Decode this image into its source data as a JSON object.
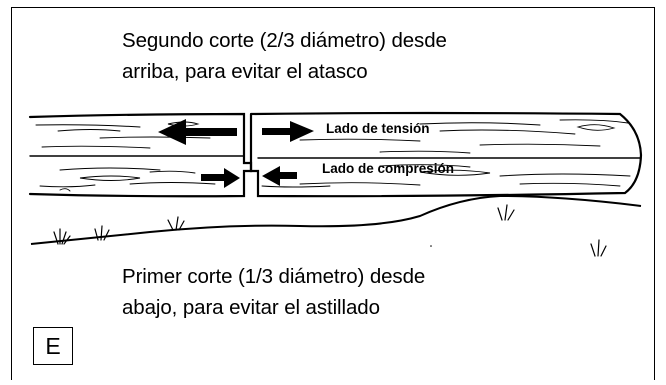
{
  "captions": {
    "top": "Segundo corte (2/3 diámetro) desde\narriba, para evitar el atasco",
    "bottom": "Primer corte (1/3 diámetro) desde\nabajo, para evitar el astillado"
  },
  "labels": {
    "tension": "Lado de tensión",
    "compression": "Lado de compresión"
  },
  "panel_letter": "E"
}
